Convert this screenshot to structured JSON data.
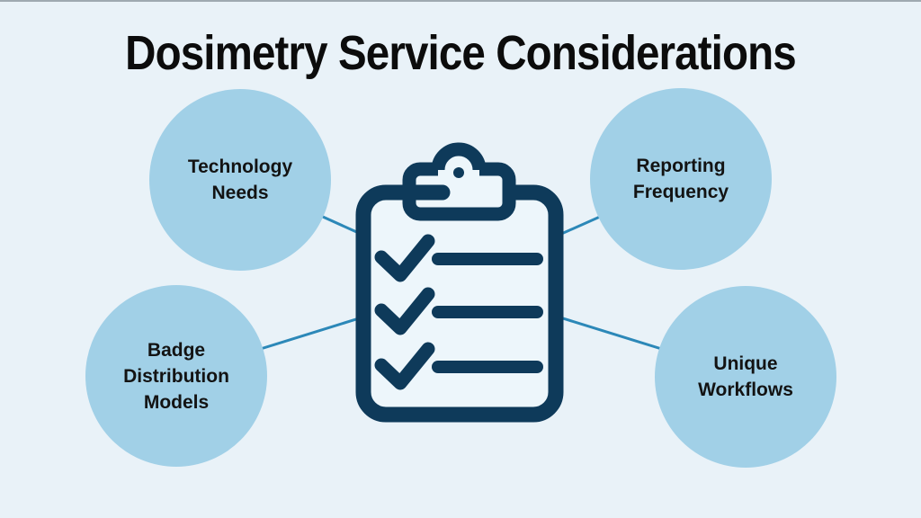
{
  "title": "Dosimetry Service Considerations",
  "colors": {
    "background": "#e9f2f8",
    "circle_fill": "#a1d0e7",
    "icon_navy": "#0e3a5a",
    "connector_blue": "#2c88b8",
    "title_text": "#0c0c0c",
    "node_text": "#131313"
  },
  "center_icon": "clipboard-checklist-icon",
  "nodes": [
    {
      "id": "technology-needs",
      "position": "top-left",
      "lines": [
        "Technology",
        "Needs"
      ]
    },
    {
      "id": "reporting-frequency",
      "position": "top-right",
      "lines": [
        "Reporting",
        "Frequency"
      ]
    },
    {
      "id": "badge-distribution-models",
      "position": "bottom-left",
      "lines": [
        "Badge",
        "Distribution",
        "Models"
      ]
    },
    {
      "id": "unique-workflows",
      "position": "bottom-right",
      "lines": [
        "Unique",
        "Workflows"
      ]
    }
  ],
  "connections": [
    {
      "from": "technology-needs",
      "to": "clipboard"
    },
    {
      "from": "reporting-frequency",
      "to": "clipboard"
    },
    {
      "from": "badge-distribution-models",
      "to": "clipboard"
    },
    {
      "from": "unique-workflows",
      "to": "clipboard"
    }
  ]
}
